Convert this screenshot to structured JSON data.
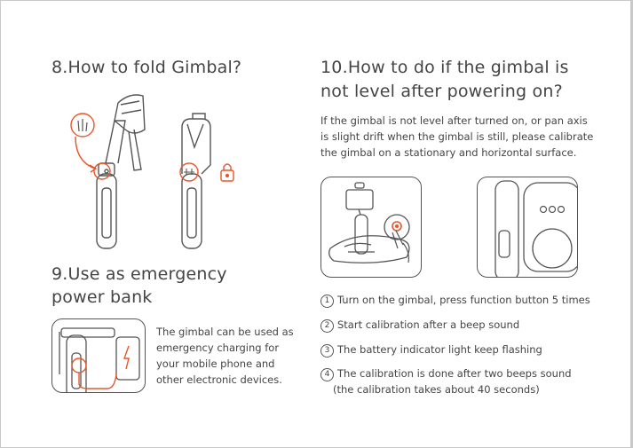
{
  "fold_section": {
    "title": "8.How to fold Gimbal?"
  },
  "power_section": {
    "title_line1": "9.Use as emergency",
    "title_line2": "power bank",
    "desc_lines": [
      "The gimbal can be used as",
      "emergency charging for",
      "your mobile phone and",
      "other electronic devices."
    ]
  },
  "level_section": {
    "title_line1": "10.How to do if the gimbal is",
    "title_line2": "not level after powering on?",
    "desc_lines": [
      "If the gimbal is not level after turned on, or pan axis",
      "is slight drift when the gimbal is still, please calibrate",
      "the gimbal on a stationary and horizontal surface."
    ],
    "steps": [
      {
        "num": "1",
        "text": "Turn on the gimbal, press function button 5 times"
      },
      {
        "num": "2",
        "text": "Start calibration after a beep sound"
      },
      {
        "num": "3",
        "text": "The battery indicator light keep flashing"
      },
      {
        "num": "4",
        "text": "The calibration is done after two beeps sound"
      }
    ],
    "step4_note": "(the calibration takes about 40 seconds)"
  },
  "colors": {
    "accent": "#e8562a",
    "line": "#555555"
  }
}
